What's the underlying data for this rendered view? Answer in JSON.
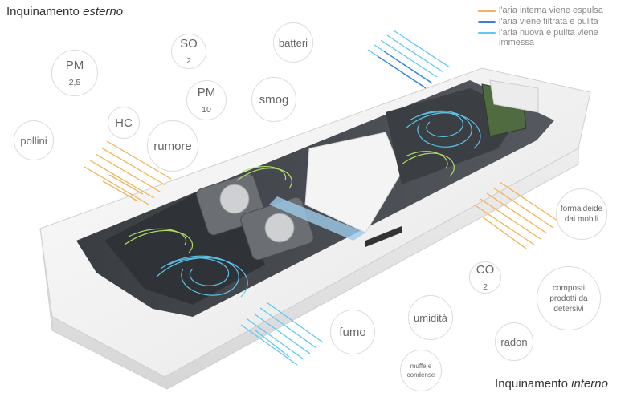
{
  "titles": {
    "external_main": "Inquinamento ",
    "external_em": "esterno",
    "internal_main": "Inquinamento ",
    "internal_em": "interno"
  },
  "legend": [
    {
      "label": "l'aria interna viene espulsa",
      "color": "#f0b35a"
    },
    {
      "label": "l'aria viene filtrata e pulita",
      "color": "#3b7ee0"
    },
    {
      "label": "l'aria nuova e pulita viene immessa",
      "color": "#5fc9f0"
    }
  ],
  "pollutants_external": {
    "pm25": {
      "base": "PM",
      "sub": "2,5"
    },
    "so2": {
      "base": "SO",
      "sub": "2"
    },
    "batteri": "batteri",
    "pm10": {
      "base": "PM",
      "sub": "10"
    },
    "smog": "smog",
    "hc": "HC",
    "pollini": "pollini",
    "rumore": "rumore"
  },
  "pollutants_internal": {
    "formaldeide": "formaldeide dai mobili",
    "co2": {
      "base": "CO",
      "sub": "2"
    },
    "composti": "composti prodotti da detersivi",
    "umidita": "umidità",
    "fumo": "fumo",
    "radon": "radon",
    "muffe": "muffe e condense"
  },
  "colors": {
    "exhaust": "#f0b35a",
    "filtered": "#3b7ee0",
    "fresh": "#5fc9f0",
    "filter_glow": "#b5e36b"
  }
}
